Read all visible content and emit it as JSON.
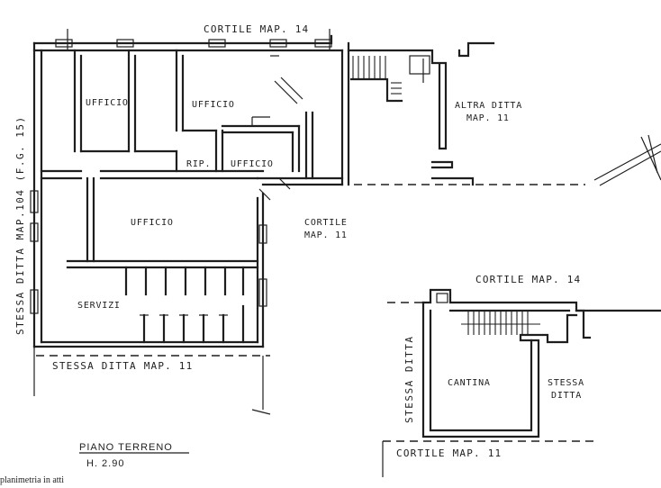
{
  "labels": {
    "cortile_top": "CORTILE MAP. 14",
    "ufficio_1": "UFFICIO",
    "ufficio_2": "UFFICIO",
    "ufficio_3": "UFFICIO",
    "ufficio_main": "UFFICIO",
    "rip": "RIP.",
    "servizi": "SERVIZI",
    "altra_ditta_1": "ALTRA DITTA",
    "altra_ditta_2": "MAP. 11",
    "cortile_mid_1": "CORTILE",
    "cortile_mid_2": "MAP. 11",
    "stessa_ditta_left": "STESSA DITTA MAP.104 (F.G. 15)",
    "stessa_ditta_bottom": "STESSA DITTA MAP. 11",
    "cortile_cantina_top": "CORTILE MAP. 14",
    "cantina": "CANTINA",
    "stessa_ditta_vert": "STESSA DITTA",
    "stessa_ditta_right_1": "STESSA",
    "stessa_ditta_right_2": "DITTA",
    "cortile_bottom": "CORTILE MAP. 11"
  },
  "title_block": {
    "floor": "PIANO TERRENO",
    "height": "H. 2.90"
  },
  "footer": {
    "note": "planimetria in atti"
  }
}
